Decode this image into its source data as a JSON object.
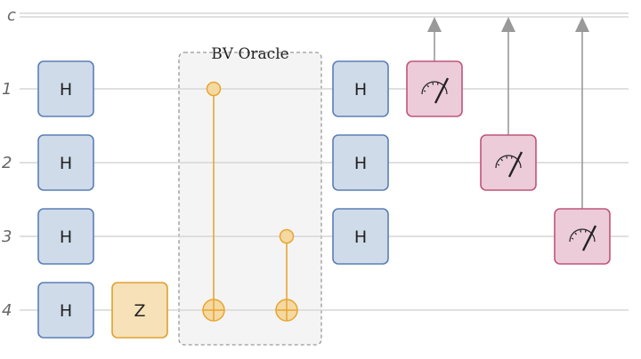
{
  "classical_register": {
    "label": "c"
  },
  "qubits": [
    {
      "label": "1"
    },
    {
      "label": "2"
    },
    {
      "label": "3"
    },
    {
      "label": "4"
    }
  ],
  "oracle": {
    "label": "BV Oracle"
  },
  "gates": {
    "hadamard": "H",
    "z": "Z"
  },
  "colors": {
    "wire": "#d6d6d6",
    "hadamard_fill": "#cfdbe9",
    "hadamard_stroke": "#5a7fb5",
    "z_fill": "#f6e1b8",
    "z_stroke": "#e0a030",
    "measure_fill": "#ebccd8",
    "measure_stroke": "#c0557a",
    "control": "#e8a530",
    "control_fill": "#f5d9a3",
    "arrow": "#999999",
    "oracle_fill": "#f4f4f4",
    "oracle_stroke": "#999999"
  }
}
